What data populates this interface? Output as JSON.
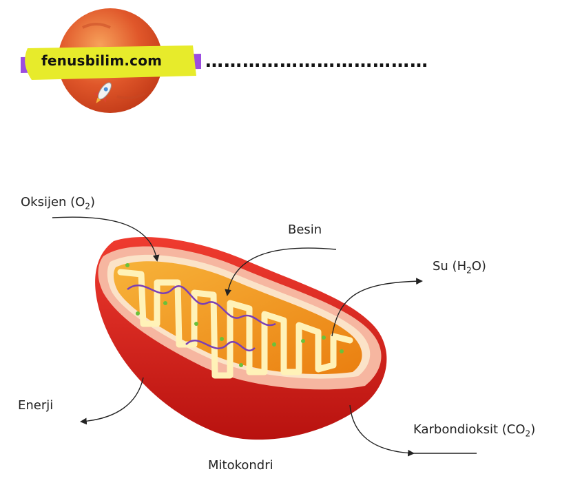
{
  "logo": {
    "brand": "fenusbilim.com",
    "dots": "………………………………"
  },
  "labels": {
    "oxygen": {
      "pre": "Oksijen (O",
      "sub": "2",
      "post": ")"
    },
    "food": "Besin",
    "water": {
      "pre": "Su (H",
      "sub": "2",
      "post": "O)"
    },
    "energy": "Enerji",
    "co2": {
      "pre": "Karbondioksit (CO",
      "sub": "2",
      "post": ")"
    },
    "title": "Mitokondri"
  },
  "colors": {
    "outer_membrane": "#d81e1e",
    "rim": "#f6b6a0",
    "matrix": "#f39a1a",
    "cristae": "#fff2b8",
    "dna": "#7a3fb6",
    "ribosome": "#6ac13a",
    "planet": "#e0572a",
    "brand_bar": "#e7eb2b",
    "brand_stripe": "#9b4de0"
  }
}
